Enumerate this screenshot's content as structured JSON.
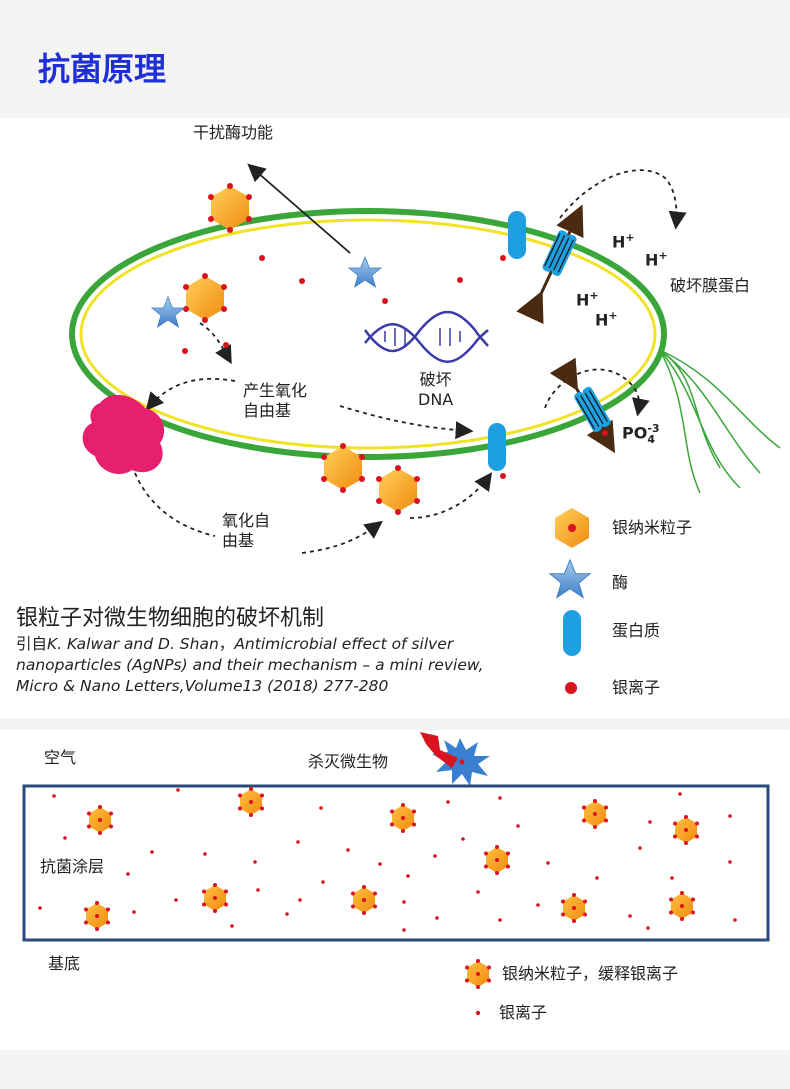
{
  "title": "抗菌原理",
  "top": {
    "labels": {
      "enzyme_func": "干扰酶功能",
      "membrane": "破坏膜蛋白",
      "oxidation1_l1": "产生氧化",
      "oxidation1_l2": "自由基",
      "dna_l1": "破坏",
      "dna_l2": "DNA",
      "oxidation2_l1": "氧化自",
      "oxidation2_l2": "由基",
      "h_plus": "H",
      "plus": "+",
      "po4_main": "PO",
      "po4_sub": "4",
      "po4_sup": "-3"
    },
    "legend": [
      {
        "icon": "silver-nanoparticle-icon",
        "label": "银纳米粒子"
      },
      {
        "icon": "enzyme-star-icon",
        "label": "酶"
      },
      {
        "icon": "protein-icon",
        "label": "蛋白质"
      },
      {
        "icon": "silver-ion-icon",
        "label": "银离子"
      }
    ],
    "caption": "银粒子对微生物细胞的破坏机制",
    "citation": {
      "prefix": "引自",
      "authors": "K. Kalwar and D. Shan",
      "sep": "，",
      "text": "Antimicrobial effect of silver nanoparticles (AgNPs) and their mechanism – a mini review, Micro & Nano Letters,Volume13 (2018) 277-280"
    }
  },
  "bottom": {
    "air": "空气",
    "kill": "杀灭微生物",
    "coating": "抗菌涂层",
    "substrate": "基底",
    "legend_particle": "银纳米粒子，缓释银离子",
    "legend_ion": "银离子"
  },
  "colors": {
    "title": "#1f2fd6",
    "membrane_outer": "#3aa63a",
    "membrane_inner": "#f2e227",
    "nanoparticle": "#f6a21e",
    "silver_ion": "#d9141e",
    "enzyme": "#5b9bd5",
    "protein": "#1ea0e0",
    "dna": "#3a3aa8",
    "bacterium_target": "#e6206e",
    "coating_border": "#2a4a7a"
  }
}
